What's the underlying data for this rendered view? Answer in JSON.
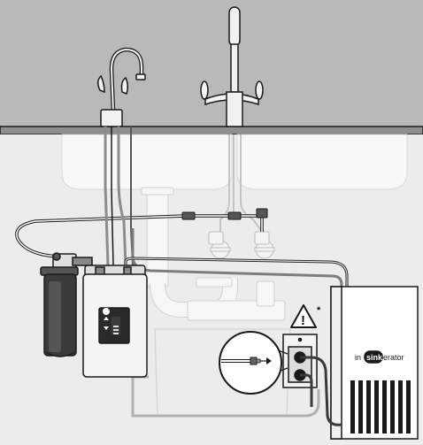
{
  "brand": {
    "prefix": "in",
    "highlight": "sink",
    "suffix": "erator"
  },
  "tank_brand": {
    "prefix": "in",
    "highlight": "sink",
    "suffix": "erator"
  },
  "warning": {
    "symbol": "!",
    "asterisk": "*"
  },
  "colors": {
    "countertop": "#b5b5b5",
    "cabinet": "#ececec",
    "outline": "#1a1a1a",
    "hose_gray": "#8c8c8c",
    "cable_dark": "#333333",
    "sink_white": "#f7f7f7"
  },
  "icons": {
    "instant_hot_tap": "hot-water-dispenser-icon",
    "main_faucet": "mixer-faucet-icon",
    "filter": "water-filter-icon",
    "control_unit": "water-tank-icon",
    "boiler": "boiler-unit-icon",
    "outlet": "power-outlet-icon",
    "warning": "warning-triangle-icon"
  }
}
